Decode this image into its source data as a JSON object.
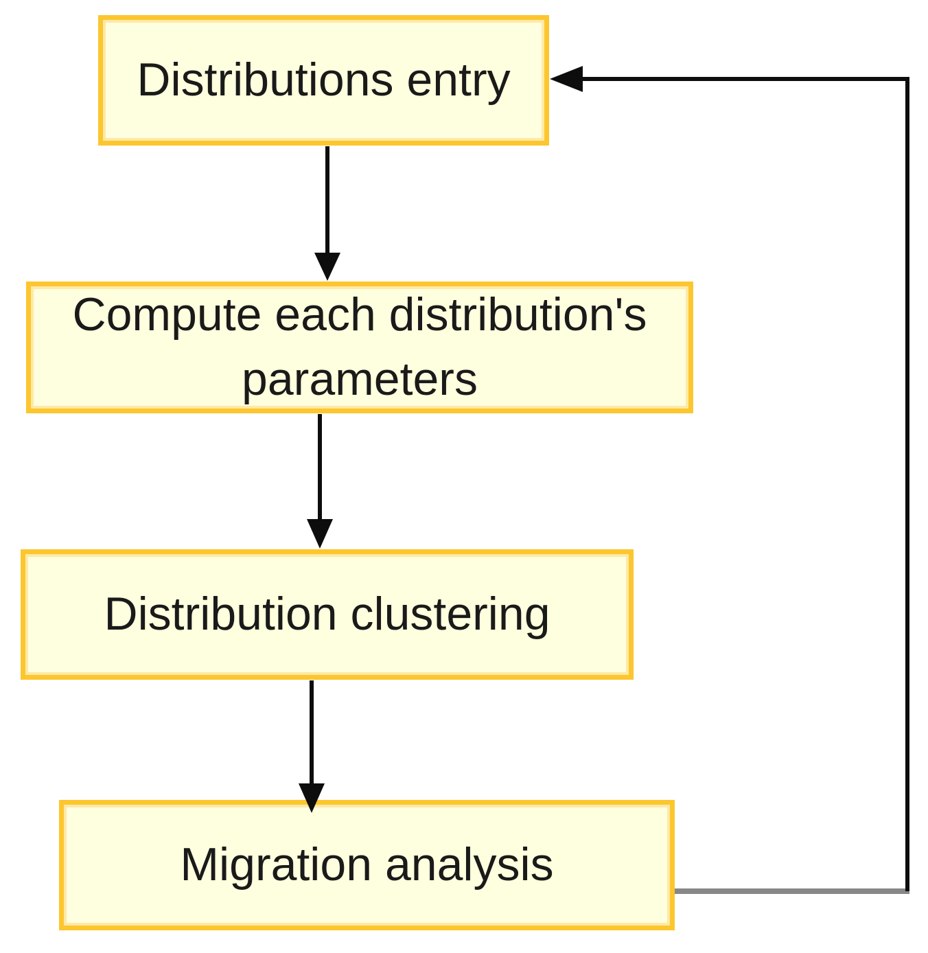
{
  "diagram": {
    "type": "flowchart",
    "nodes": [
      {
        "id": "entry",
        "label": "Distributions entry"
      },
      {
        "id": "params",
        "label": "Compute each distribution's parameters"
      },
      {
        "id": "clustering",
        "label": "Distribution clustering"
      },
      {
        "id": "migration",
        "label": "Migration analysis"
      }
    ],
    "edges": [
      {
        "from": "entry",
        "to": "params",
        "style": "straight-arrow-down"
      },
      {
        "from": "params",
        "to": "clustering",
        "style": "straight-arrow-down"
      },
      {
        "from": "clustering",
        "to": "migration",
        "style": "straight-arrow-down"
      },
      {
        "from": "migration",
        "to": "entry",
        "style": "feedback-loop-right-side"
      }
    ],
    "colors": {
      "background": "#ffffff",
      "node_fill": "#feffde",
      "node_border": "#fcc62f",
      "node_inner_highlight": "#ffe9a6",
      "node_text": "#1a1a1a",
      "arrow": "#0d0d0d",
      "feedback_gray": "#878787"
    }
  }
}
